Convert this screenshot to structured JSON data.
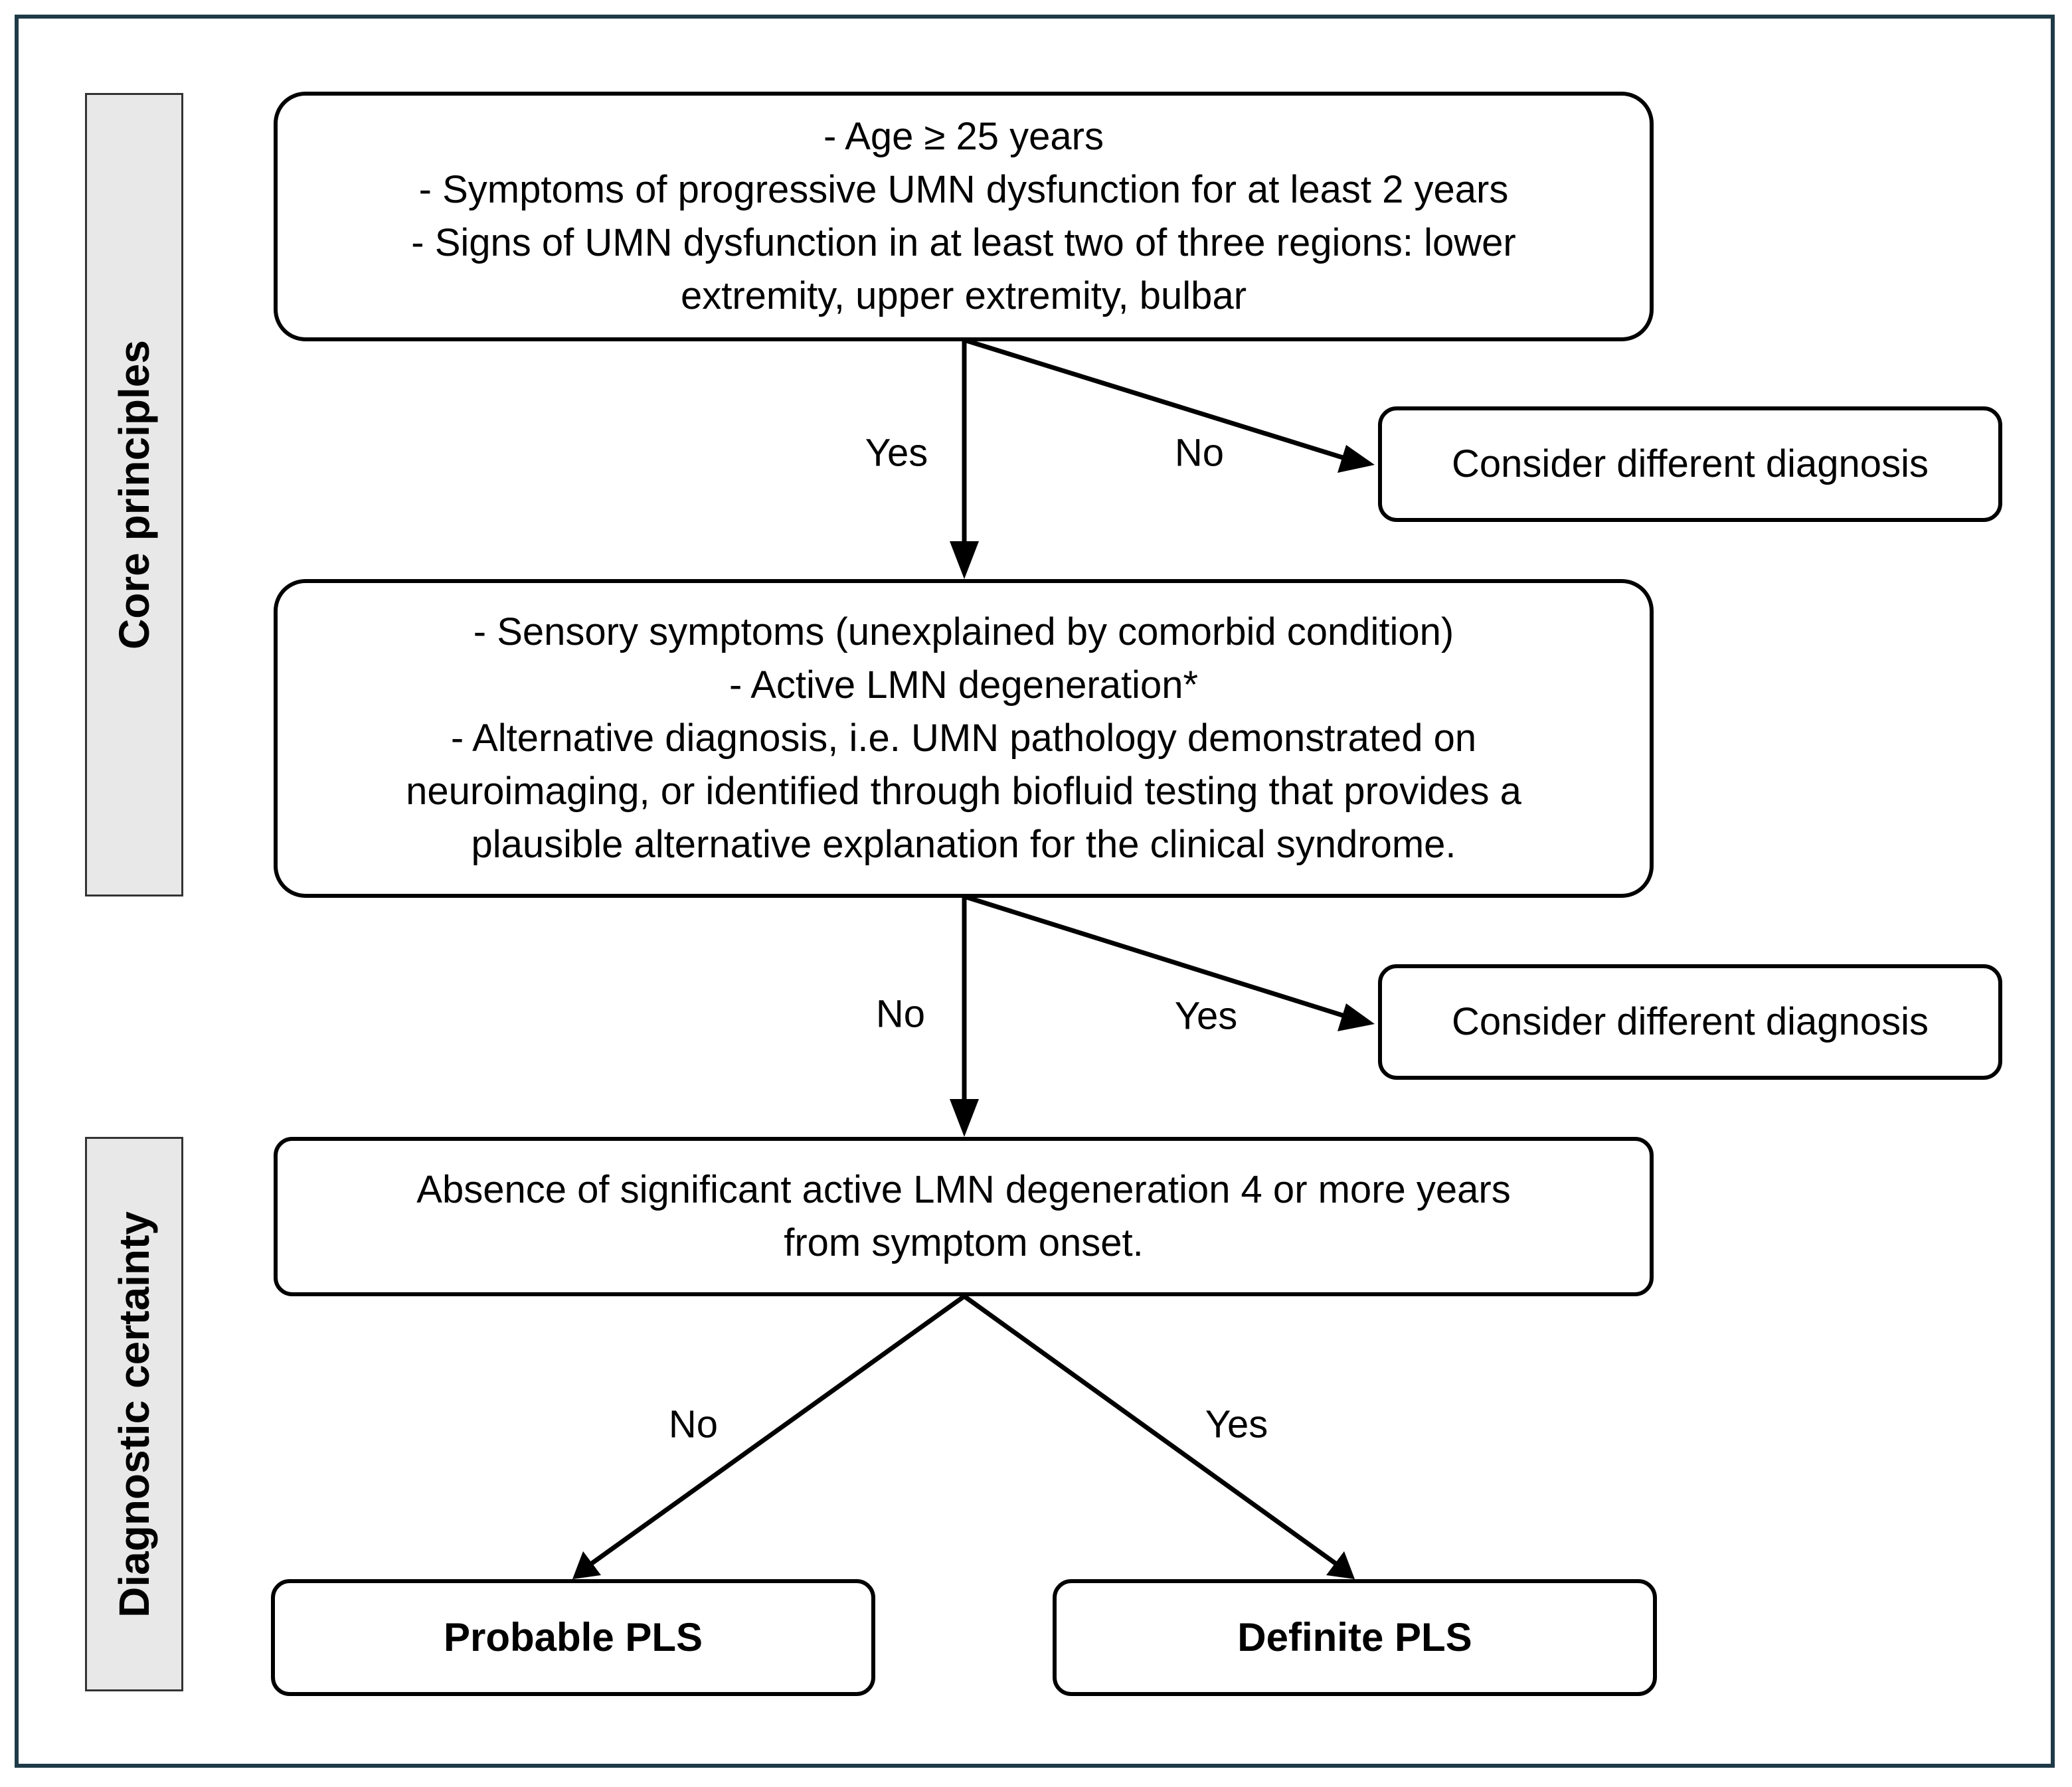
{
  "side_labels": {
    "core": "Core principles",
    "certainty": "Diagnostic certainty"
  },
  "box1": {
    "lines": [
      "- Age ≥ 25 years",
      "- Symptoms of progressive UMN dysfunction for at least 2 years",
      "- Signs of UMN dysfunction in at least two of three regions: lower",
      "extremity, upper extremity, bulbar"
    ]
  },
  "box2": {
    "lines": [
      "- Sensory symptoms (unexplained by comorbid condition)",
      "- Active LMN degeneration*",
      "- Alternative diagnosis, i.e. UMN pathology demonstrated on",
      "neuroimaging, or identified through biofluid testing that provides a",
      "plausible alternative explanation for the clinical syndrome."
    ]
  },
  "box3": {
    "lines": [
      "Absence of significant active LMN degeneration 4 or more years",
      "from symptom onset."
    ]
  },
  "consider1": "Consider different diagnosis",
  "consider2": "Consider different diagnosis",
  "probable": "Probable PLS",
  "definite": "Definite PLS",
  "edge_labels": {
    "b1_yes": "Yes",
    "b1_no": "No",
    "b2_no": "No",
    "b2_yes": "Yes",
    "b3_no": "No",
    "b3_yes": "Yes"
  }
}
